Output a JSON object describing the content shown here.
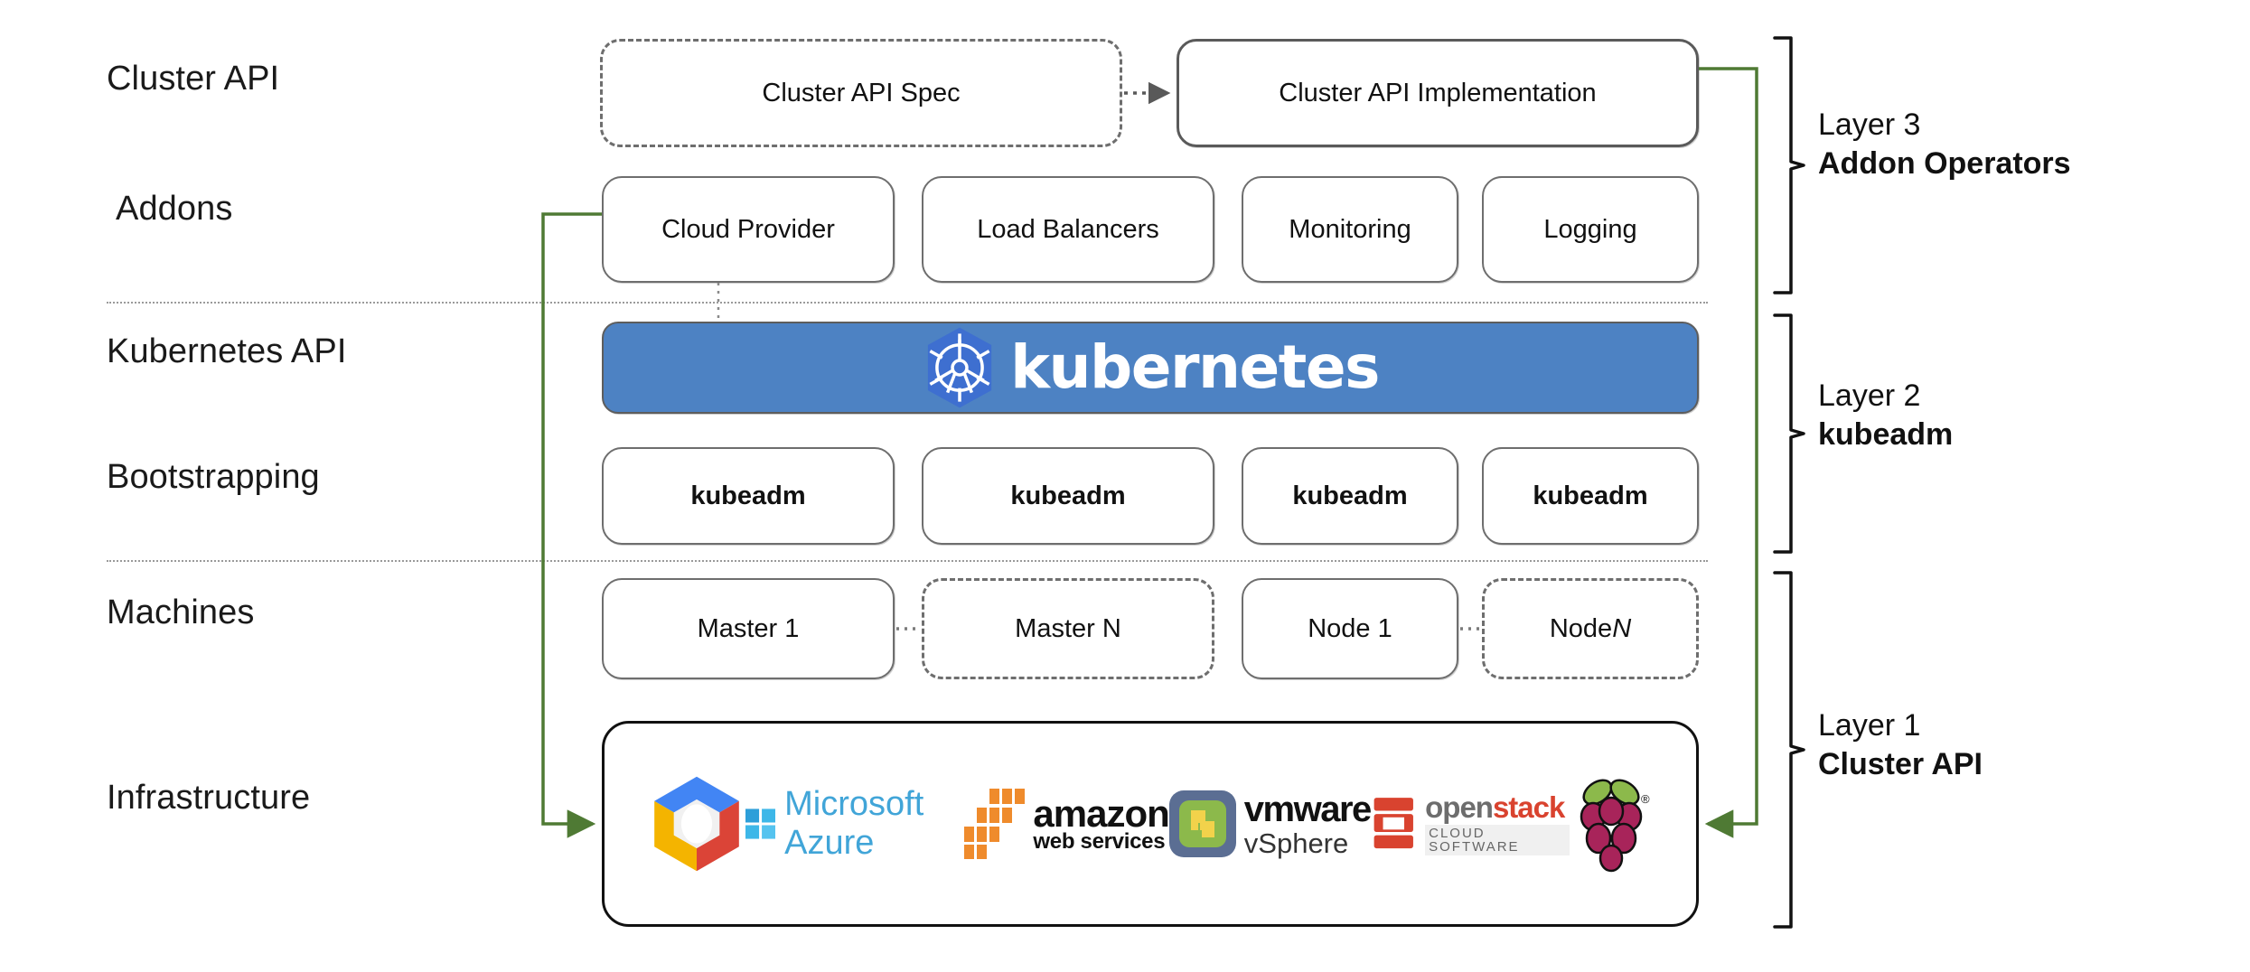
{
  "rows": [
    {
      "id": "cluster-api",
      "label": "Cluster API"
    },
    {
      "id": "addons",
      "label": "Addons"
    },
    {
      "id": "kubernetes-api",
      "label": "Kubernetes API"
    },
    {
      "id": "bootstrapping",
      "label": "Bootstrapping"
    },
    {
      "id": "machines",
      "label": "Machines"
    },
    {
      "id": "infrastructure",
      "label": "Infrastructure"
    }
  ],
  "cluster_api_row": {
    "spec_box": {
      "label": "Cluster API Spec",
      "style": "dashed"
    },
    "implementation_box": {
      "label": "Cluster API Implementation",
      "style": "solid"
    },
    "arrow": "dotted-arrow-right"
  },
  "addons_row": {
    "boxes": [
      {
        "label": "Cloud Provider"
      },
      {
        "label": "Load Balancers"
      },
      {
        "label": "Monitoring"
      },
      {
        "label": "Logging"
      }
    ]
  },
  "kubernetes_row": {
    "logo_name": "kubernetes-helm-wheel-icon",
    "wordmark": "kubernetes",
    "banner_color": "#4d82c3",
    "logo_color": "#326ce5"
  },
  "bootstrapping_row": {
    "boxes": [
      {
        "label": "kubeadm"
      },
      {
        "label": "kubeadm"
      },
      {
        "label": "kubeadm"
      },
      {
        "label": "kubeadm"
      }
    ]
  },
  "machines_row": {
    "boxes": [
      {
        "label": "Master 1",
        "style": "solid",
        "italic_suffix": ""
      },
      {
        "label": "Master N",
        "style": "dashed",
        "italic_suffix": ""
      },
      {
        "label": "Node 1",
        "style": "solid",
        "italic_suffix": ""
      },
      {
        "label": "Node ",
        "style": "dashed",
        "italic_suffix": "N"
      }
    ],
    "connectors": [
      "dotted",
      "dotted"
    ]
  },
  "infrastructure_row": {
    "logos": [
      {
        "name": "google-cloud-platform-icon",
        "label": "Google Cloud Platform"
      },
      {
        "name": "microsoft-azure-icon",
        "label": "Microsoft Azure"
      },
      {
        "name": "amazon-web-services-icon",
        "label": "amazon web services"
      },
      {
        "name": "vmware-vsphere-icon",
        "label": "vmware vSphere"
      },
      {
        "name": "openstack-icon",
        "label": "openstack CLOUD SOFTWARE"
      },
      {
        "name": "raspberry-pi-icon",
        "label": "Raspberry Pi"
      }
    ]
  },
  "layers": [
    {
      "id": "layer-3",
      "top": "Layer 3",
      "name": "Addon Operators"
    },
    {
      "id": "layer-2",
      "top": "Layer 2",
      "name": "kubeadm"
    },
    {
      "id": "layer-1",
      "top": "Layer 1",
      "name": "Cluster API"
    }
  ],
  "connectors": {
    "left_wire_color": "#4f7a34",
    "right_wire_color": "#4f7a34",
    "spec_arrow_color": "#595959"
  }
}
